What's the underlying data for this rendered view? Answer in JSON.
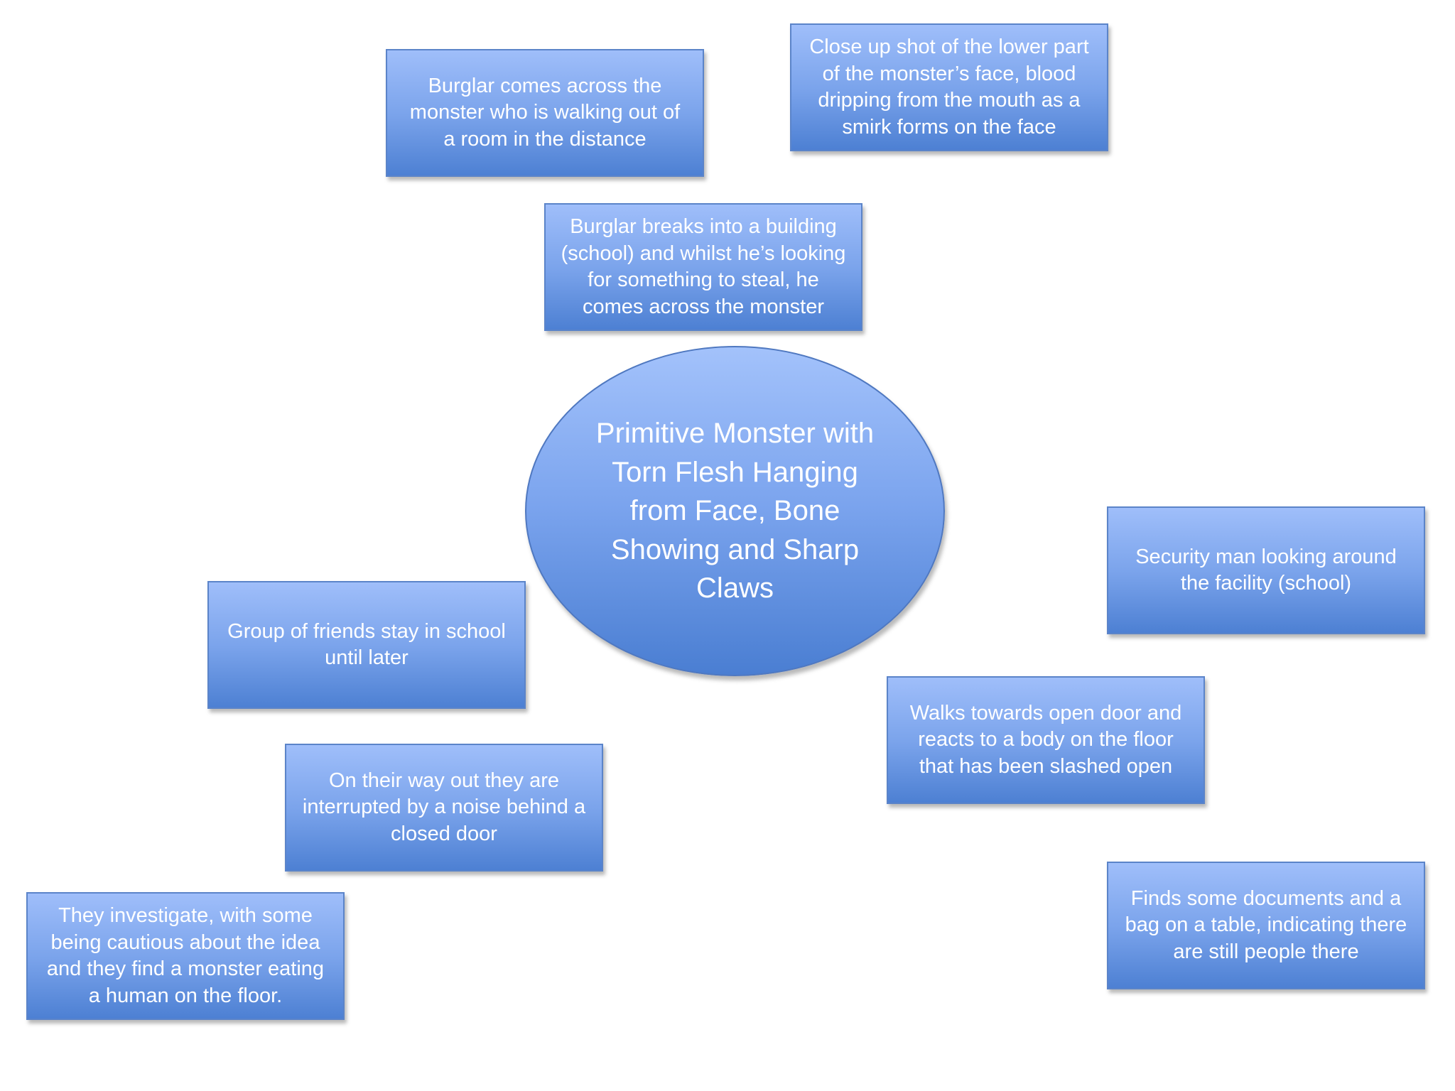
{
  "central_topic": {
    "label": "Primitive Monster with Torn Flesh Hanging from Face, Bone Showing and Sharp Claws"
  },
  "nodes": [
    {
      "text": "Burglar comes across the monster who is walking out of a room in the distance"
    },
    {
      "text": "Close up shot of the lower part of the monster’s face, blood dripping from the mouth as a smirk forms on the face"
    },
    {
      "text": "Burglar breaks into a building (school) and whilst he’s looking for something to steal, he comes across the monster"
    },
    {
      "text": "Security man looking around the facility (school)"
    },
    {
      "text": "Group of friends stay in school until later"
    },
    {
      "text": "Walks towards open door and reacts to a body on the floor that has been slashed open"
    },
    {
      "text": "On their way out they are interrupted by a noise behind a closed door"
    },
    {
      "text": "Finds some documents and a bag on a table, indicating there are still people there"
    },
    {
      "text": "They investigate, with some being cautious about the idea and they find a monster eating a human on the floor."
    }
  ]
}
